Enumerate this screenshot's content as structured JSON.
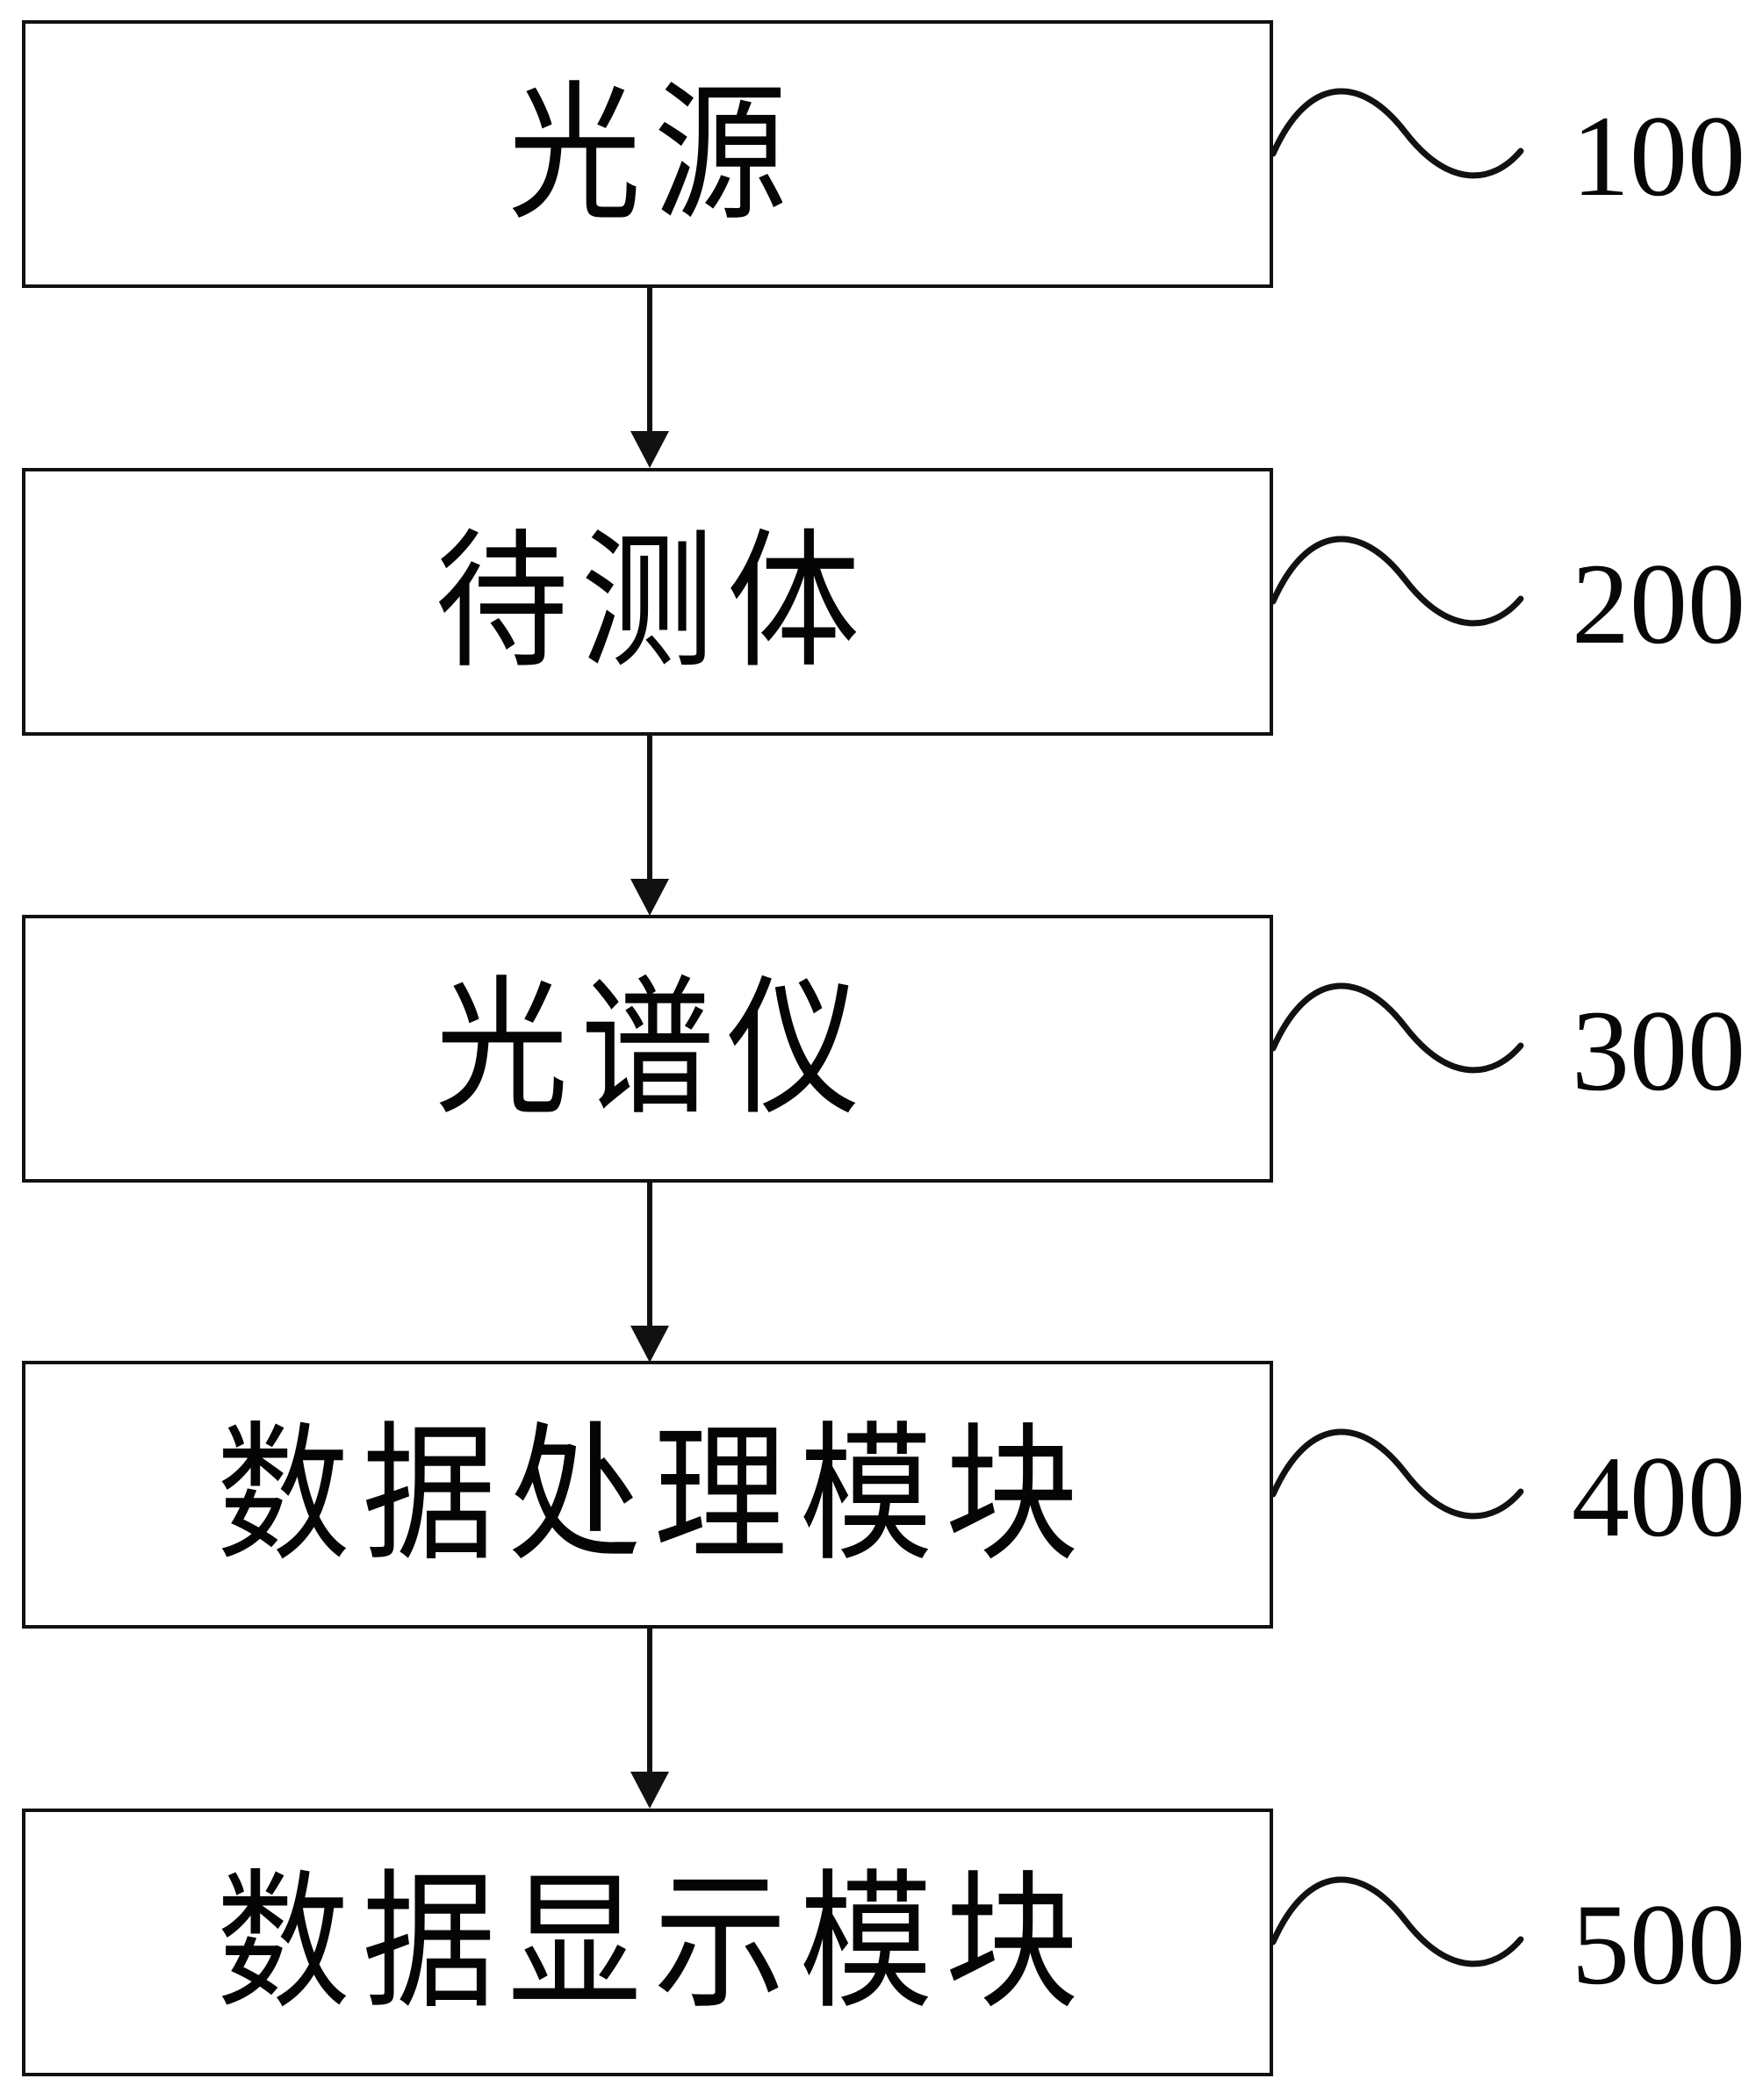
{
  "diagram": {
    "title": "",
    "type": "flowchart",
    "orientation": "vertical",
    "stroke_color": "#111111",
    "background_color": "#ffffff",
    "nodes": [
      {
        "label": "光源",
        "ref": "100"
      },
      {
        "label": "待测体",
        "ref": "200"
      },
      {
        "label": "光谱仪",
        "ref": "300"
      },
      {
        "label": "数据处理模块",
        "ref": "400"
      },
      {
        "label": "数据显示模块",
        "ref": "500"
      }
    ],
    "connections": [
      {
        "from": "光源",
        "to": "待测体",
        "style": "arrow-down"
      },
      {
        "from": "待测体",
        "to": "光谱仪",
        "style": "arrow-down"
      },
      {
        "from": "光谱仪",
        "to": "数据处理模块",
        "style": "arrow-down"
      },
      {
        "from": "数据处理模块",
        "to": "数据显示模块",
        "style": "arrow-down"
      }
    ]
  }
}
